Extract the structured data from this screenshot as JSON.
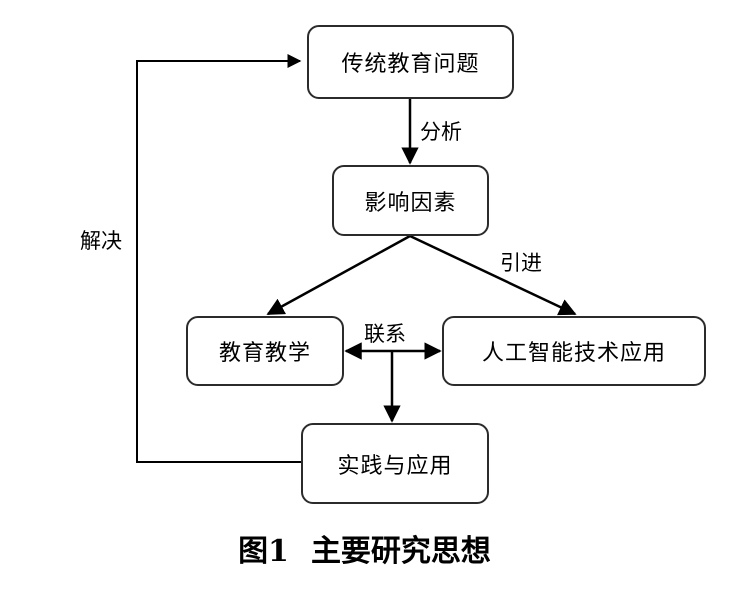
{
  "nodes": {
    "traditional_issues": "传统教育问题",
    "influencing_factors": "影响因素",
    "education_teaching": "教育教学",
    "ai_application": "人工智能技术应用",
    "practice_application": "实践与应用"
  },
  "edge_labels": {
    "analyze": "分析",
    "introduce": "引进",
    "connect": "联系",
    "solve": "解决"
  },
  "caption": {
    "figure_number": "图1",
    "title": "主要研究思想"
  }
}
